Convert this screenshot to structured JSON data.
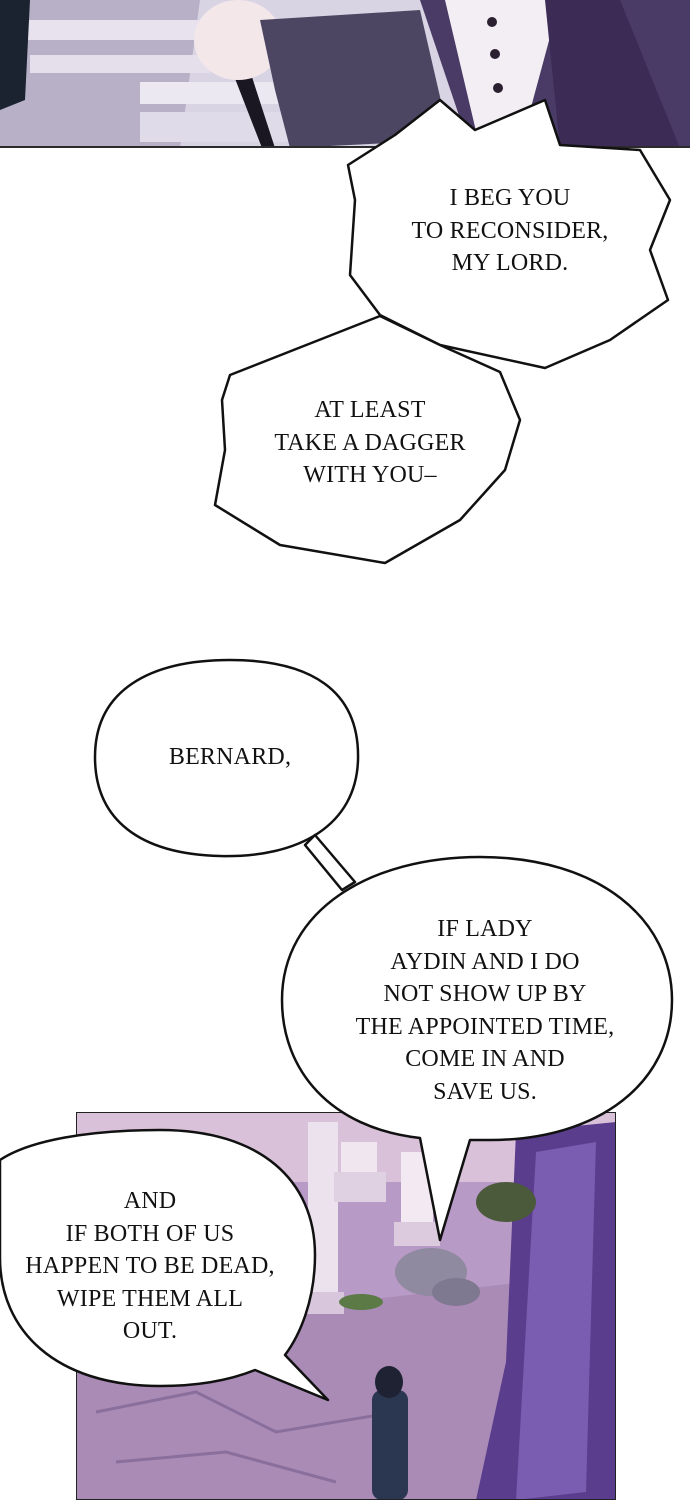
{
  "bubbles": {
    "b1": "I BEG YOU\nTO RECONSIDER,\nMY LORD.",
    "b2": "AT LEAST\nTAKE A DAGGER\nWITH YOU–",
    "b3": "BERNARD,",
    "b4": "IF LADY\nAYDIN AND I DO\nNOT SHOW UP BY\nTHE APPOINTED TIME,\nCOME IN AND\nSAVE US.",
    "b5": "AND\nIF BOTH OF US\nHAPPEN TO BE DEAD,\nWIPE THEM ALL\nOUT."
  },
  "colors": {
    "bubble_fill": "#ffffff",
    "bubble_stroke": "#111111",
    "palette_lilac": "#c9a9d0",
    "palette_purple": "#5b3a7e",
    "palette_deep": "#2a1f3c"
  }
}
